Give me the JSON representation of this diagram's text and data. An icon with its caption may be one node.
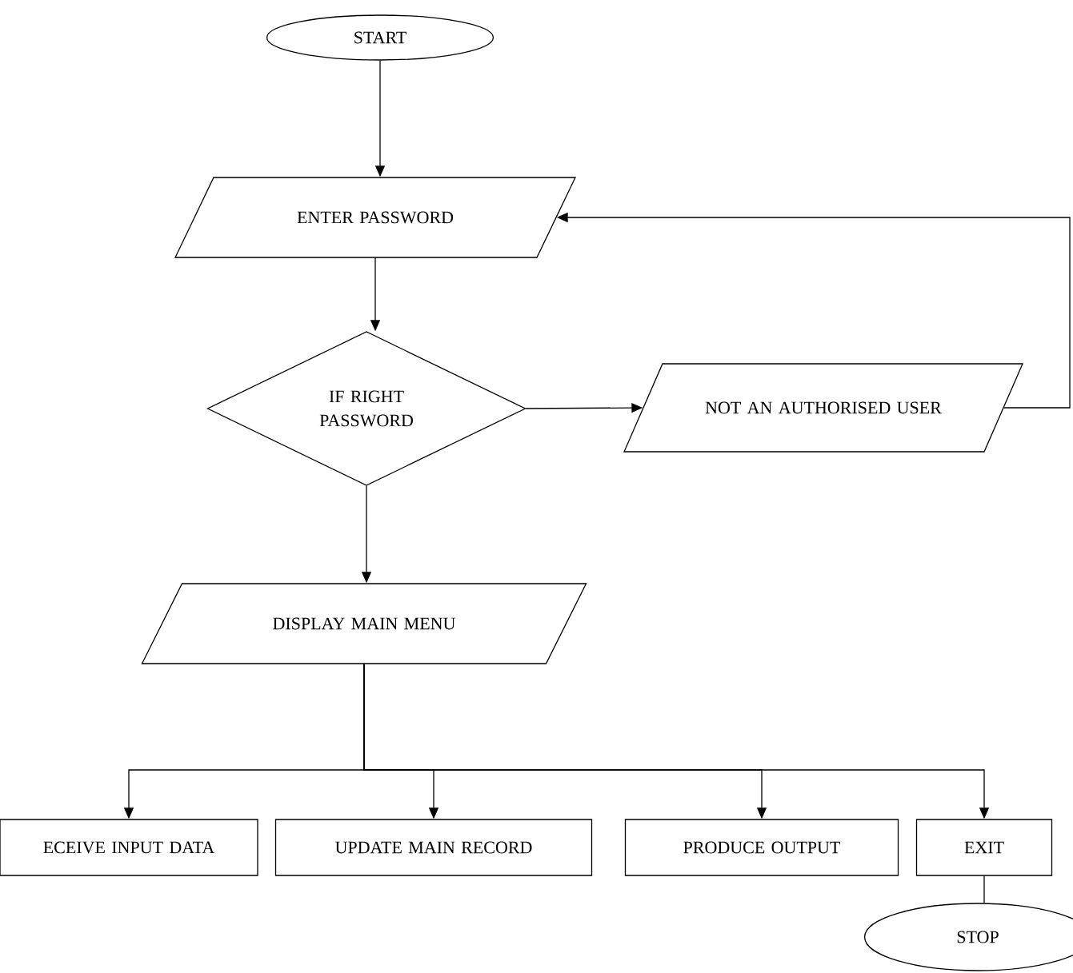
{
  "diagram": {
    "nodes": [
      {
        "text": [
          "START"
        ]
      },
      {
        "text": [
          "ENTER PASSWORD"
        ]
      },
      {
        "text": [
          "IF RIGHT PASSWORD"
        ]
      },
      {
        "text": [
          "NOT AN AUTHORISED USER"
        ]
      },
      {
        "text": [
          "DISPLAY MAIN MENU"
        ]
      },
      {
        "text": [
          "ECEIVE INPUT DATA"
        ]
      },
      {
        "text": [
          "UPDATE MAIN RECORD"
        ]
      },
      {
        "text": [
          "PRODUCE OUTPUT"
        ]
      },
      {
        "text": [
          "EXIT"
        ]
      },
      {
        "text": [
          "STOP"
        ]
      }
    ],
    "edges": [
      {
        "from": 0,
        "to": 1,
        "arrow": "to"
      },
      {
        "from": 1,
        "to": 2,
        "arrow": "to"
      },
      {
        "from": 2,
        "to": 3,
        "arrow": "to"
      },
      {
        "from": 3,
        "to": 1,
        "arrow": "to"
      },
      {
        "from": 2,
        "to": 4,
        "arrow": "to"
      },
      {
        "from": 4,
        "to": 5,
        "arrow": "to"
      },
      {
        "from": 4,
        "to": 6,
        "arrow": "to"
      },
      {
        "from": 4,
        "to": 7,
        "arrow": "to"
      },
      {
        "from": 4,
        "to": 8,
        "arrow": "to"
      },
      {
        "from": 8,
        "to": 9,
        "arrow": "none"
      }
    ]
  }
}
